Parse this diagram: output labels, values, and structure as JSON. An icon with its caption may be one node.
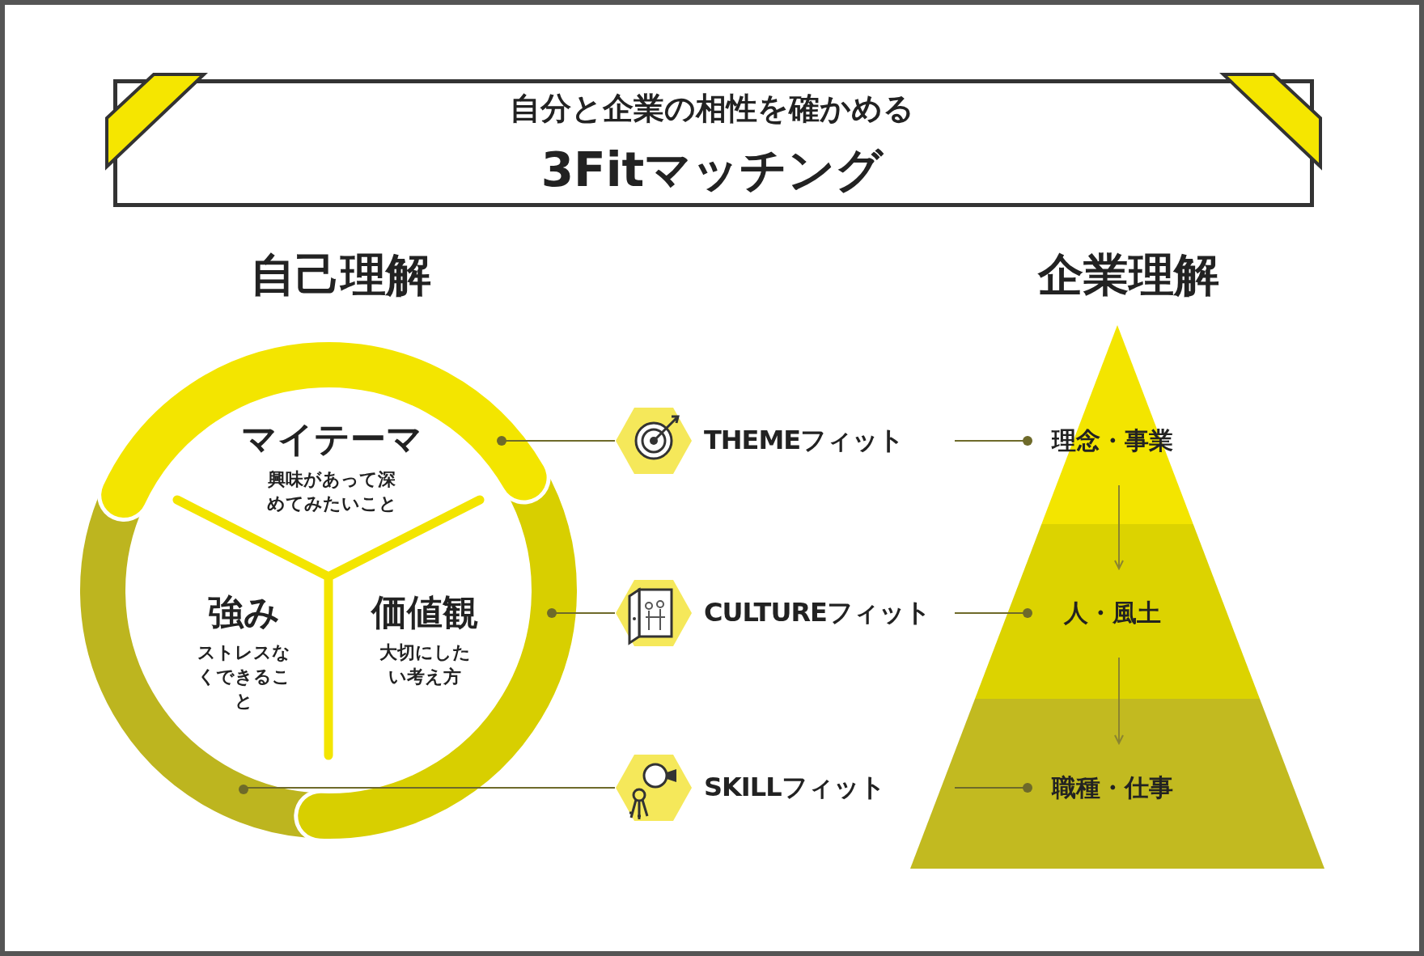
{
  "diagram": {
    "title": "3Fitマッチング",
    "nodes": [
      {
        "text": [
          "マイテーマ",
          "興味があって深めてみたいこと"
        ]
      },
      {
        "text": [
          "強み",
          "ストレスなくできること"
        ]
      },
      {
        "text": [
          "価値観",
          "大切にしたい考え方"
        ]
      },
      {
        "text": [
          "THEMEフィット"
        ]
      },
      {
        "text": [
          "CULTUREフィット"
        ]
      },
      {
        "text": [
          "SKILLフィット"
        ]
      },
      {
        "text": [
          "理念・事業"
        ]
      },
      {
        "text": [
          "人・風土"
        ]
      },
      {
        "text": [
          "職種・仕事"
        ]
      }
    ],
    "edges": [
      {
        "from": 0,
        "to": 3,
        "arrow": "other"
      },
      {
        "from": 3,
        "to": 6,
        "arrow": "other"
      },
      {
        "from": 2,
        "to": 4,
        "arrow": "other"
      },
      {
        "from": 4,
        "to": 7,
        "arrow": "other"
      },
      {
        "from": 1,
        "to": 5,
        "arrow": "other"
      },
      {
        "from": 5,
        "to": 8,
        "arrow": "other"
      },
      {
        "from": 6,
        "to": 7,
        "arrow": "to"
      },
      {
        "from": 7,
        "to": 8,
        "arrow": "to"
      }
    ],
    "labels": [
      "自分と企業の相性を確かめる",
      "自己理解",
      "企業理解"
    ]
  }
}
